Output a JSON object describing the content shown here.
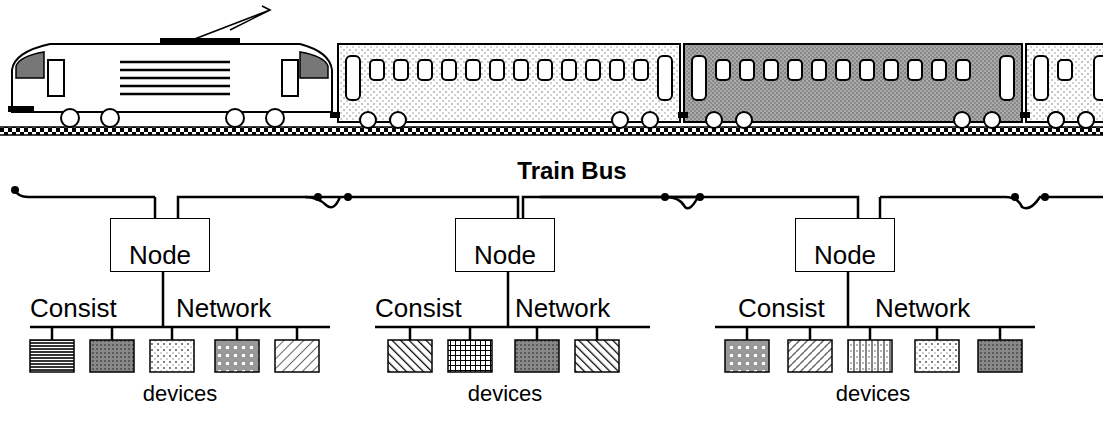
{
  "diagram": {
    "nodes": [
      {
        "text": [
          "Node"
        ]
      },
      {
        "text": [
          "Node"
        ]
      },
      {
        "text": [
          "Node"
        ]
      }
    ],
    "edges": [
      {
        "from": 0,
        "to": 1,
        "arrow": "none"
      },
      {
        "from": 1,
        "to": 2,
        "arrow": "none"
      }
    ],
    "labels": [
      "Train Bus",
      "Consist",
      "Network",
      "devices",
      "Consist",
      "Network",
      "devices",
      "Consist",
      "Network",
      "devices"
    ]
  }
}
